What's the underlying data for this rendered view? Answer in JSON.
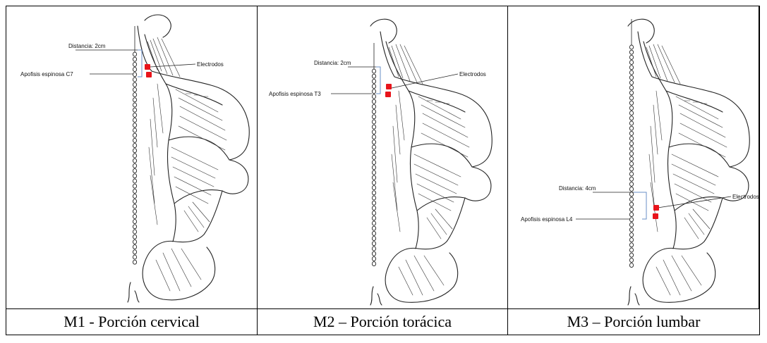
{
  "panels": [
    {
      "id": "M1",
      "caption": "M1 - Porción cervical",
      "distance_label": "Distancia: 2cm",
      "spine_label": "Apofisis espinosa C7",
      "electrodes_label": "Electrodos"
    },
    {
      "id": "M2",
      "caption": "M2 – Porción torácica",
      "distance_label": "Distancia: 2cm",
      "spine_label": "Apofisis espinosa T3",
      "electrodes_label": "Electrodos"
    },
    {
      "id": "M3",
      "caption": "M3 – Porción lumbar",
      "distance_label": "Distancia: 4cm",
      "spine_label": "Apofisis espinosa L4",
      "electrodes_label": "Electrodos"
    }
  ],
  "colors": {
    "electrode": "#e8141b",
    "distance_bracket": "#6a8fc7",
    "lines": "#222222"
  }
}
